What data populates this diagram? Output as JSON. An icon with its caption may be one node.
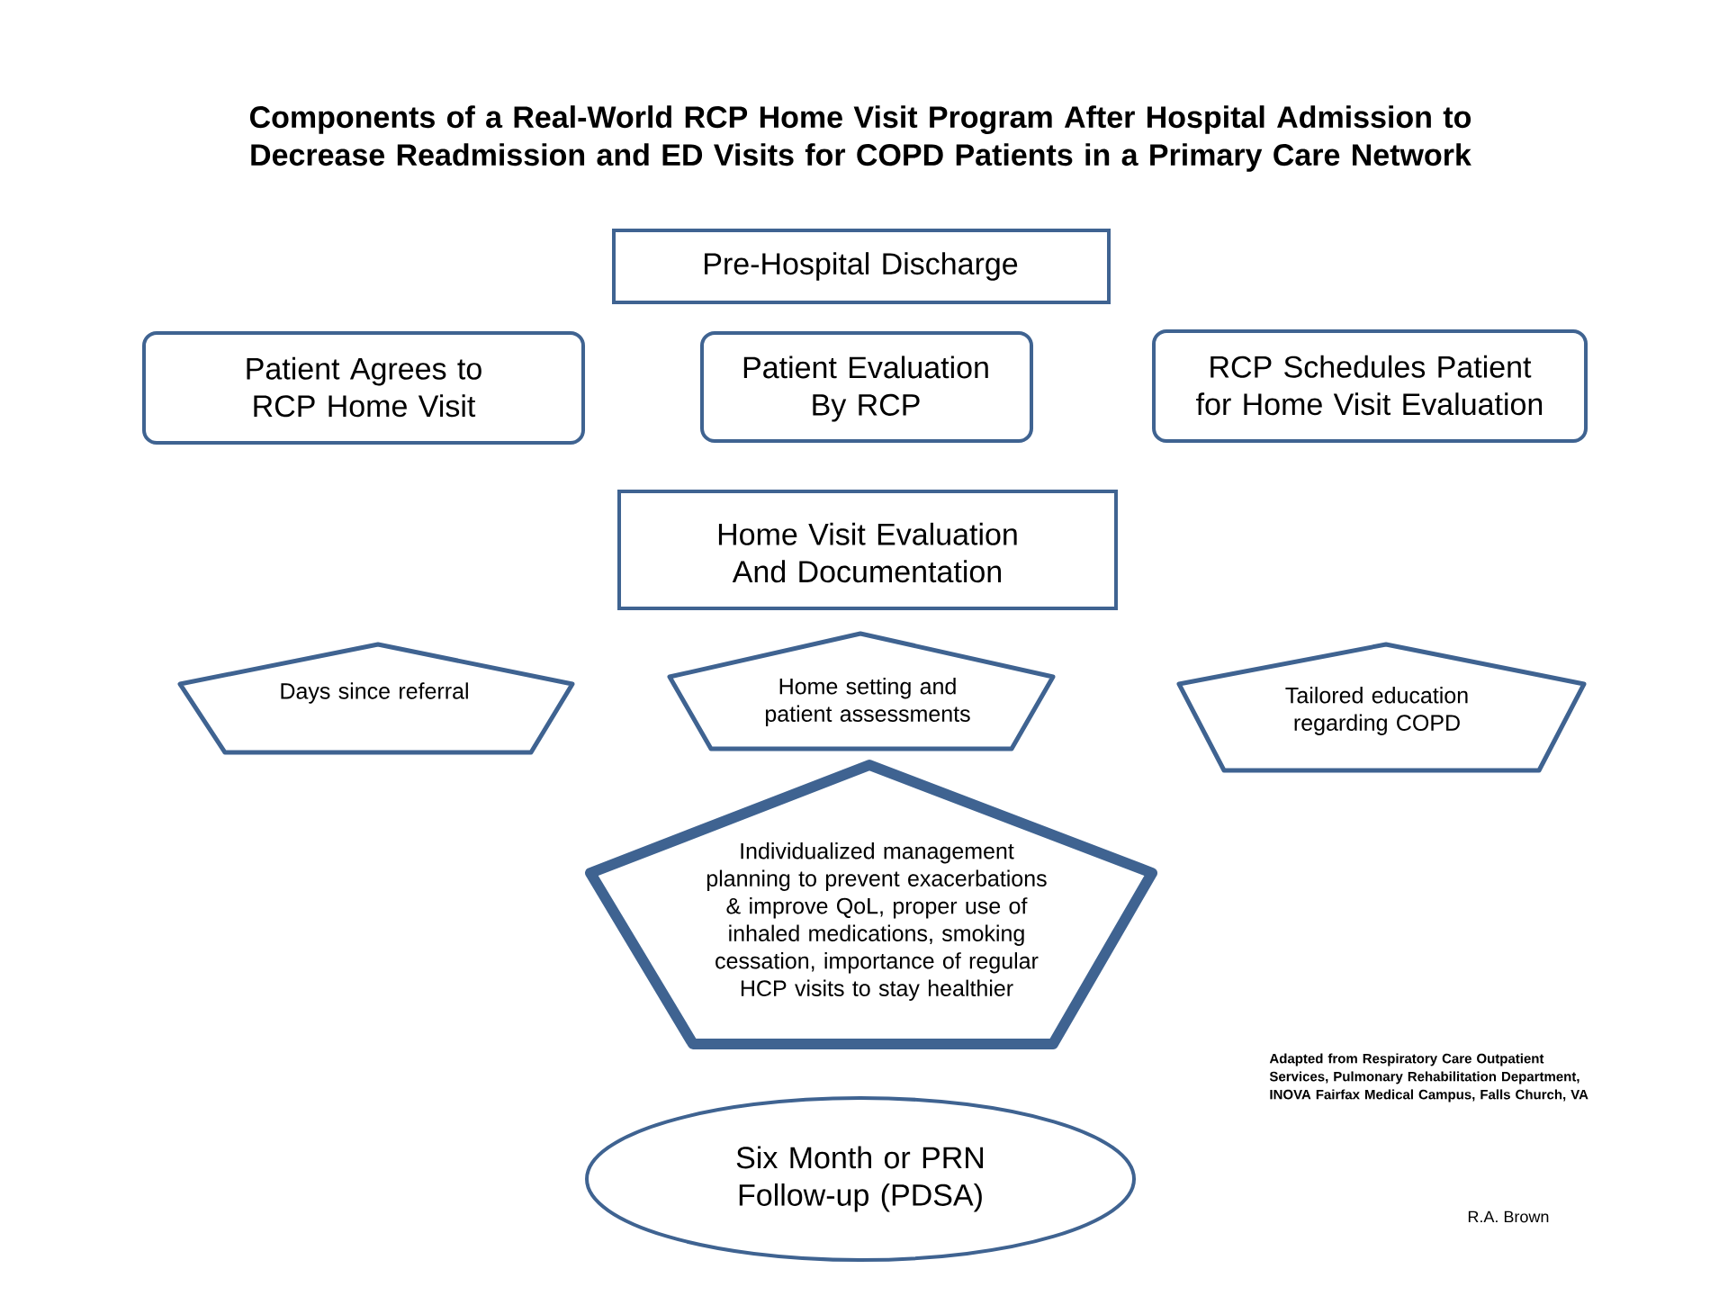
{
  "diagram": {
    "title": "Components of a Real-World RCP Home Visit Program After Hospital Admission to Decrease Readmission and ED Visits for COPD Patients in a Primary Care Network",
    "nodes": [
      {
        "text": [
          "Pre-Hospital Discharge"
        ]
      },
      {
        "text": [
          "Patient Agrees to RCP Home Visit"
        ]
      },
      {
        "text": [
          "Patient Evaluation By RCP"
        ]
      },
      {
        "text": [
          "RCP Schedules Patient for Home Visit Evaluation"
        ]
      },
      {
        "text": [
          "Home Visit Evaluation And Documentation"
        ]
      },
      {
        "text": [
          "Days since referral"
        ]
      },
      {
        "text": [
          "Home setting and patient assessments"
        ]
      },
      {
        "text": [
          "Tailored education regarding COPD"
        ]
      },
      {
        "text": [
          "Individualized management planning to prevent exacerbations & improve QoL, proper use of inhaled medications, smoking cessation, importance of regular HCP visits to stay healthier"
        ]
      },
      {
        "text": [
          "Six Month or PRN Follow-up (PDSA)"
        ]
      }
    ],
    "labels": [
      "Adapted from Respiratory Care Outpatient Services, Pulmonary Rehabilitation Department, INOVA Fairfax Medical Campus, Falls Church, VA",
      "R.A. Brown"
    ]
  }
}
